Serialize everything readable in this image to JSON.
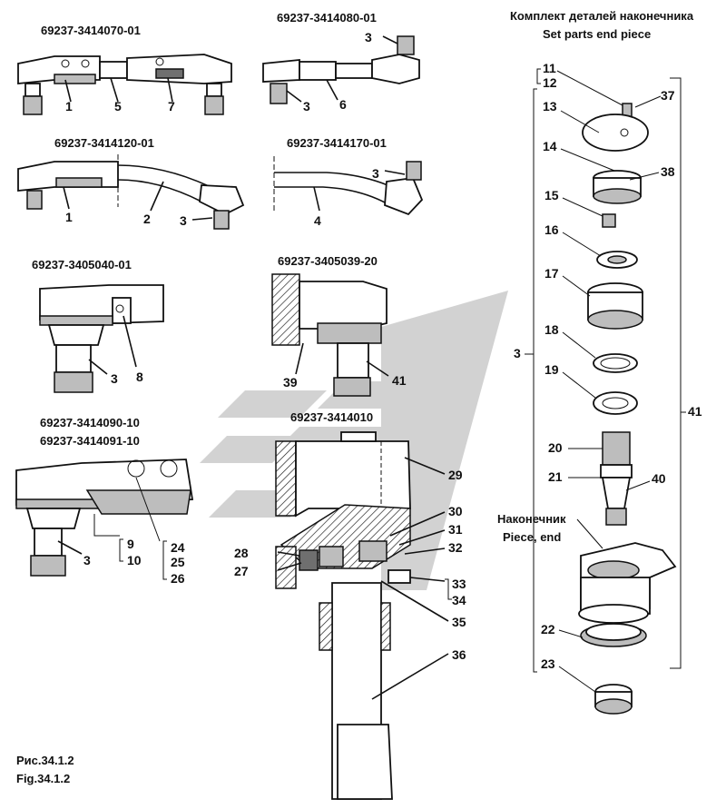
{
  "assemblies": {
    "a1": "69237-3414070-01",
    "a2": "69237-3414080-01",
    "a3": "69237-3414120-01",
    "a4": "69237-3414170-01",
    "a5": "69237-3405040-01",
    "a6": "69237-3405039-20",
    "a7a": "69237-3414090-10",
    "a7b": "69237-3414091-10",
    "a8": "69237-3414010"
  },
  "kit": {
    "title_ru": "Комплект деталей наконечника",
    "title_en": "Set parts end piece",
    "piece_ru": "Наконечник",
    "piece_en": "Piece, end"
  },
  "callouts": {
    "n1": "1",
    "n2": "2",
    "n3": "3",
    "n4": "4",
    "n5": "5",
    "n6": "6",
    "n7": "7",
    "n8": "8",
    "n9": "9",
    "n10": "10",
    "n11": "11",
    "n12": "12",
    "n13": "13",
    "n14": "14",
    "n15": "15",
    "n16": "16",
    "n17": "17",
    "n18": "18",
    "n19": "19",
    "n20": "20",
    "n21": "21",
    "n22": "22",
    "n23": "23",
    "n24": "24",
    "n25": "25",
    "n26": "26",
    "n27": "27",
    "n28": "28",
    "n29": "29",
    "n30": "30",
    "n31": "31",
    "n32": "32",
    "n33": "33",
    "n34": "34",
    "n35": "35",
    "n36": "36",
    "n37": "37",
    "n38": "38",
    "n39": "39",
    "n40": "40",
    "n41": "41"
  },
  "figure": {
    "label_ru": "Рис.34.1.2",
    "label_en": "Fig.34.1.2"
  }
}
